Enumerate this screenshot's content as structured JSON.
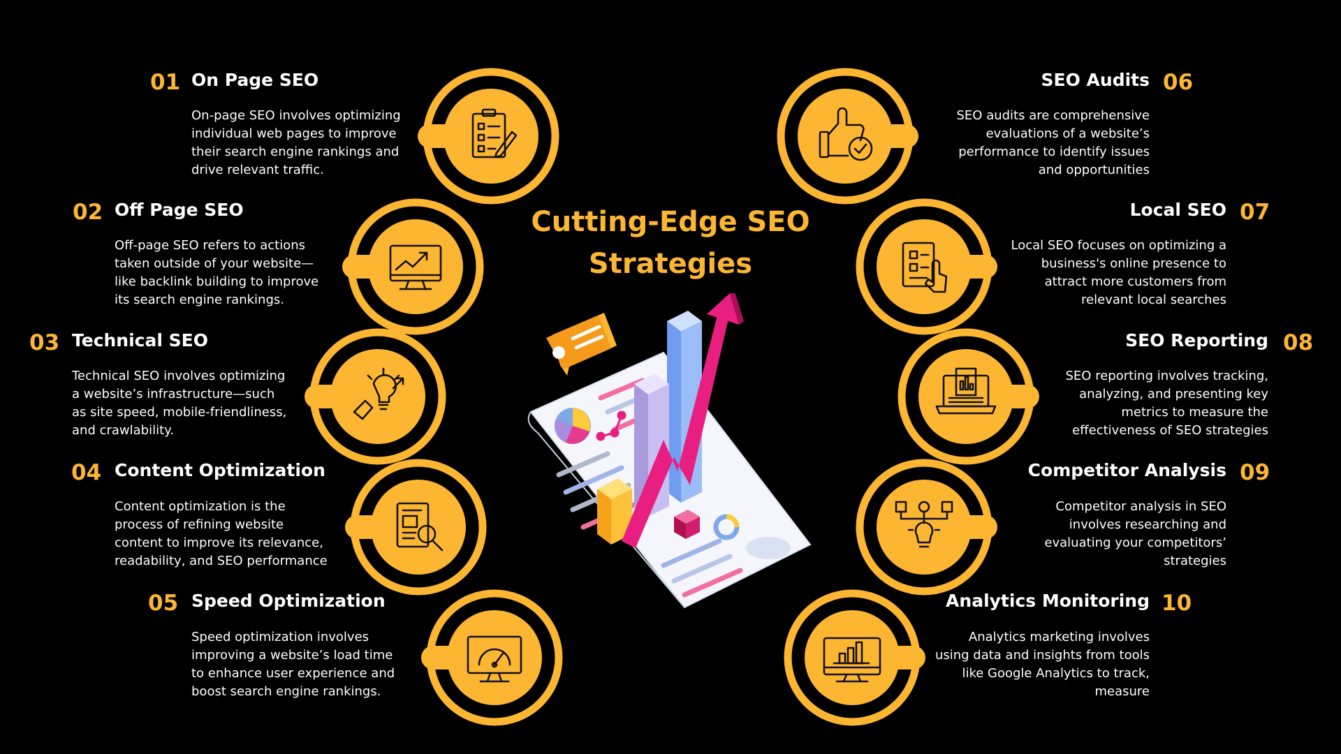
{
  "title": {
    "line1": "Cutting-Edge SEO",
    "line2": "Strategies"
  },
  "colors": {
    "background": "#000000",
    "accent": "#FDB632",
    "text": "#FFFFFF"
  },
  "items": [
    {
      "number": "01",
      "title": "On Page SEO",
      "icon": "checklist-icon",
      "description": [
        "On-page SEO involves optimizing",
        "individual web pages to improve",
        "their search engine rankings and",
        "drive relevant traffic."
      ]
    },
    {
      "number": "02",
      "title": "Off Page SEO",
      "icon": "seo-monitor-icon",
      "description": [
        "Off-page SEO refers to actions",
        "taken outside of your website—",
        "like backlink building to improve",
        "its search engine rankings."
      ]
    },
    {
      "number": "03",
      "title": "Technical SEO",
      "icon": "lightbulb-hand-icon",
      "description": [
        "Technical SEO involves optimizing",
        "a website’s infrastructure—such",
        "as site speed, mobile-friendliness,",
        "and crawlability."
      ]
    },
    {
      "number": "04",
      "title": "Content Optimization",
      "icon": "document-search-icon",
      "description": [
        "Content optimization is the",
        "process of refining website",
        "content to improve its relevance,",
        "readability, and SEO performance"
      ]
    },
    {
      "number": "05",
      "title": "Speed Optimization",
      "icon": "speedometer-icon",
      "description": [
        "Speed optimization involves",
        "improving a website’s load time",
        "to enhance user experience and",
        "boost search engine rankings."
      ]
    },
    {
      "number": "06",
      "title": "SEO Audits",
      "icon": "thumbs-up-check-icon",
      "description": [
        "SEO audits are comprehensive",
        "evaluations of a website’s",
        "performance to identify issues",
        "and opportunities"
      ]
    },
    {
      "number": "07",
      "title": "Local SEO",
      "icon": "document-click-icon",
      "description": [
        "Local SEO focuses on optimizing a",
        "business's online presence to",
        "attract more customers from",
        "relevant local searches"
      ]
    },
    {
      "number": "08",
      "title": "SEO Reporting",
      "icon": "laptop-report-icon",
      "description": [
        "SEO reporting involves tracking,",
        "analyzing, and presenting key",
        "metrics to measure the",
        "effectiveness of SEO strategies"
      ]
    },
    {
      "number": "09",
      "title": "Competitor Analysis",
      "icon": "idea-network-icon",
      "description": [
        "Competitor analysis in SEO",
        "involves researching and",
        "evaluating your competitors’",
        "strategies"
      ]
    },
    {
      "number": "10",
      "title": "Analytics Monitoring",
      "icon": "analytics-monitor-icon",
      "description": [
        "Analytics marketing involves",
        "using data and insights from tools",
        "like Google Analytics to track,",
        "measure"
      ]
    }
  ],
  "illustration": {
    "icon": "seo-growth-chart-illustration"
  }
}
